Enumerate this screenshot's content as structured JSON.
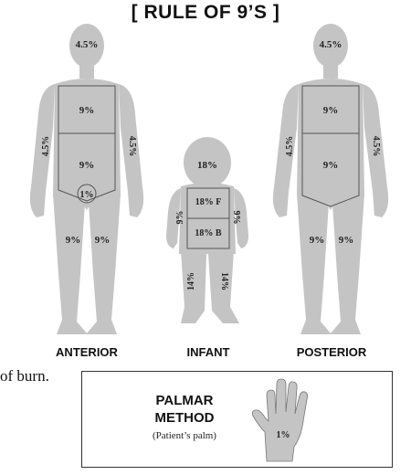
{
  "title": "[ RULE OF 9’S ]",
  "figures": {
    "anterior": {
      "label": "ANTERIOR",
      "head": "4.5%",
      "chest": "9%",
      "abdomen": "9%",
      "genitals": "1%",
      "left_arm": "4.5%",
      "right_arm": "4.5%",
      "left_leg": "9%",
      "right_leg": "9%"
    },
    "infant": {
      "label": "INFANT",
      "head": "18%",
      "trunk_front": "18% F",
      "trunk_back": "18% B",
      "left_arm": "9%",
      "right_arm": "9%",
      "left_leg": "14%",
      "right_leg": "14%"
    },
    "posterior": {
      "label": "POSTERIOR",
      "head": "4.5%",
      "upper_back": "9%",
      "lower_back": "9%",
      "left_arm": "4.5%",
      "right_arm": "4.5%",
      "left_leg": "9%",
      "right_leg": "9%"
    }
  },
  "side_text": "of burn.",
  "palmar": {
    "title_line1": "PALMAR",
    "title_line2": "METHOD",
    "subtitle": "(Patient’s palm)",
    "value": "1%"
  },
  "colors": {
    "body_fill": "#c4c4c4",
    "outline": "#555555"
  }
}
